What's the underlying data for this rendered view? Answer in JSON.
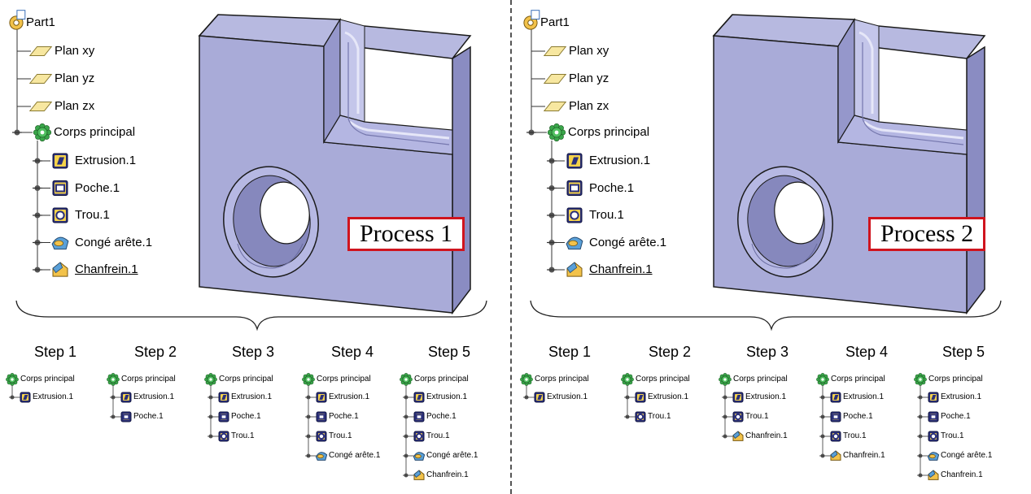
{
  "colors": {
    "part_face": "#a9abd8",
    "part_top": "#b7b9e0",
    "part_side": "#8a8cc2",
    "part_edge": "#1a1a1a",
    "process_border": "#d0141e",
    "tree_line": "#333333"
  },
  "processes": [
    {
      "tree": {
        "root": "Part1",
        "planes": [
          "Plan xy",
          "Plan yz",
          "Plan zx"
        ],
        "body": "Corps principal",
        "features": [
          {
            "label": "Extrusion.1",
            "icon": "extrusion-icon"
          },
          {
            "label": "Poche.1",
            "icon": "pocket-icon"
          },
          {
            "label": "Trou.1",
            "icon": "hole-icon"
          },
          {
            "label": "Congé arête.1",
            "icon": "fillet-icon"
          },
          {
            "label": "Chanfrein.1",
            "icon": "chamfer-icon"
          }
        ]
      },
      "label": "Process 1",
      "steps": [
        {
          "title": "Step 1",
          "body": "Corps principal",
          "items": [
            "Extrusion.1"
          ]
        },
        {
          "title": "Step 2",
          "body": "Corps principal",
          "items": [
            "Extrusion.1",
            "Poche.1"
          ]
        },
        {
          "title": "Step 3",
          "body": "Corps principal",
          "items": [
            "Extrusion.1",
            "Poche.1",
            "Trou.1"
          ]
        },
        {
          "title": "Step 4",
          "body": "Corps principal",
          "items": [
            "Extrusion.1",
            "Poche.1",
            "Trou.1",
            "Congé arête.1"
          ]
        },
        {
          "title": "Step 5",
          "body": "Corps principal",
          "items": [
            "Extrusion.1",
            "Poche.1",
            "Trou.1",
            "Congé arête.1",
            "Chanfrein.1"
          ]
        }
      ]
    },
    {
      "tree": {
        "root": "Part1",
        "planes": [
          "Plan xy",
          "Plan yz",
          "Plan zx"
        ],
        "body": "Corps principal",
        "features": [
          {
            "label": "Extrusion.1",
            "icon": "extrusion-icon"
          },
          {
            "label": "Poche.1",
            "icon": "pocket-icon"
          },
          {
            "label": "Trou.1",
            "icon": "hole-icon"
          },
          {
            "label": "Congé arête.1",
            "icon": "fillet-icon"
          },
          {
            "label": "Chanfrein.1",
            "icon": "chamfer-icon"
          }
        ]
      },
      "label": "Process 2",
      "steps": [
        {
          "title": "Step 1",
          "body": "Corps principal",
          "items": [
            "Extrusion.1"
          ]
        },
        {
          "title": "Step 2",
          "body": "Corps principal",
          "items": [
            "Extrusion.1",
            "Trou.1"
          ]
        },
        {
          "title": "Step 3",
          "body": "Corps principal",
          "items": [
            "Extrusion.1",
            "Trou.1",
            "Chanfrein.1"
          ]
        },
        {
          "title": "Step 4",
          "body": "Corps principal",
          "items": [
            "Extrusion.1",
            "Poche.1",
            "Trou.1",
            "Chanfrein.1"
          ]
        },
        {
          "title": "Step 5",
          "body": "Corps principal",
          "items": [
            "Extrusion.1",
            "Poche.1",
            "Trou.1",
            "Congé arête.1",
            "Chanfrein.1"
          ]
        }
      ]
    }
  ]
}
